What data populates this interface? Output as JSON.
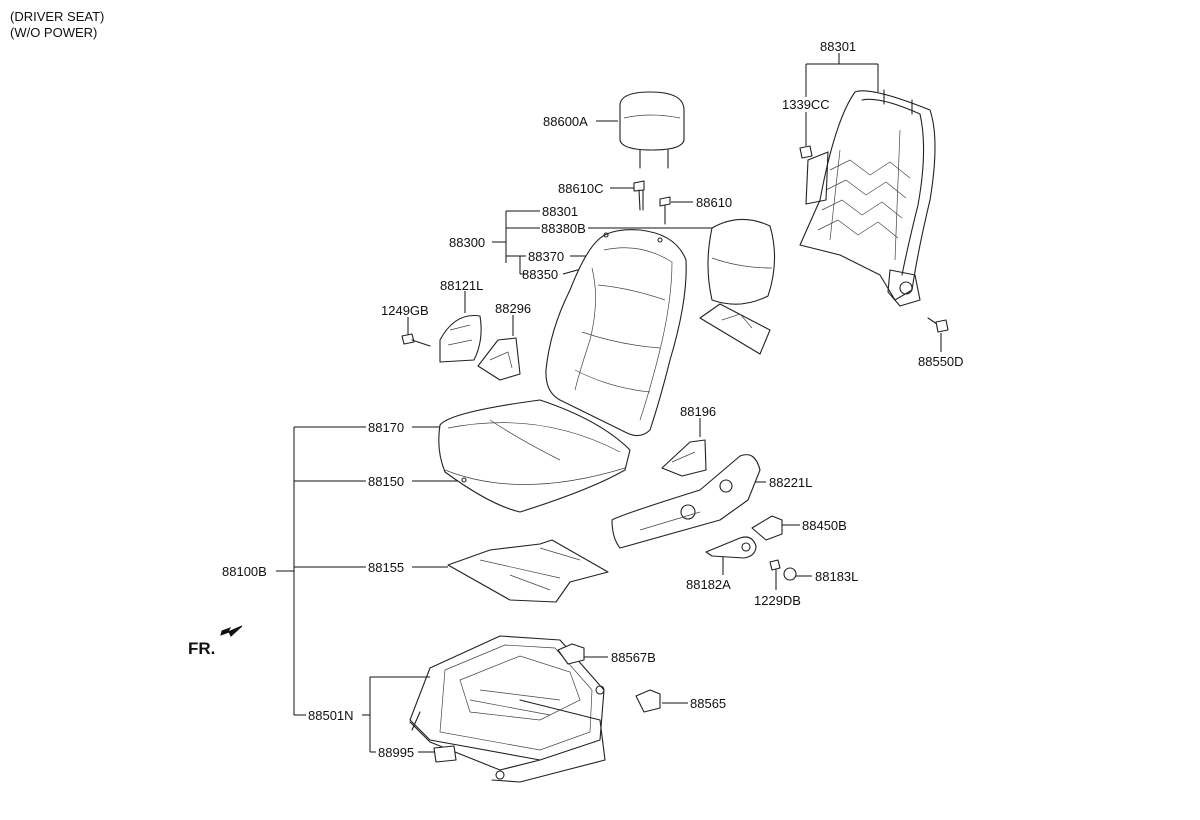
{
  "header": {
    "line1": "(DRIVER SEAT)",
    "line2": "(W/O POWER)"
  },
  "direction_label": "FR.",
  "labels": {
    "p88301_frame": "88301",
    "p1339CC": "1339CC",
    "p88550D": "88550D",
    "p88600A": "88600A",
    "p88610C": "88610C",
    "p88610": "88610",
    "p88301": "88301",
    "p88380B": "88380B",
    "p88300": "88300",
    "p88370": "88370",
    "p88350": "88350",
    "p88121L": "88121L",
    "p1249GB": "1249GB",
    "p88296": "88296",
    "p88196": "88196",
    "p88221L": "88221L",
    "p88450B": "88450B",
    "p88182A": "88182A",
    "p1229DB": "1229DB",
    "p88183L": "88183L",
    "p88170": "88170",
    "p88150": "88150",
    "p88155": "88155",
    "p88100B": "88100B",
    "p88567B": "88567B",
    "p88565": "88565",
    "p88501N": "88501N",
    "p88995": "88995"
  }
}
